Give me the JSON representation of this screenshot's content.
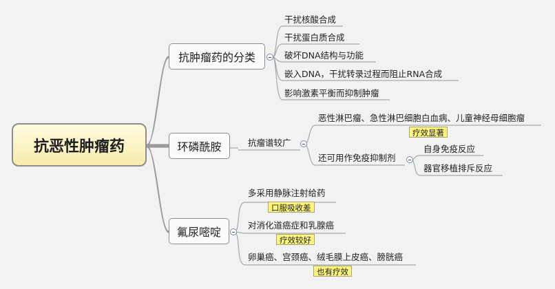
{
  "root": {
    "label": "抗恶性肿瘤药"
  },
  "branches": {
    "classification": {
      "label": "抗肿瘤药的分类",
      "items": [
        "干扰核酸合成",
        "干扰蛋白质合成",
        "破坏DNA结构与功能",
        "嵌入DNA，干扰转录过程而阻止RNA合成",
        "影响激素平衡而抑制肿瘤"
      ]
    },
    "cyclophosphamide": {
      "label": "环磷酰胺",
      "sub": {
        "label": "抗瘤谱较广",
        "items": [
          {
            "label": "恶性淋巴瘤、急性淋巴细胞白血病、儿童神经母细胞瘤",
            "note": "疗效显著"
          },
          {
            "label": "还可用作免疫抑制剂",
            "children": [
              "自身免疫反应",
              "器官移植排斥反应"
            ]
          }
        ]
      }
    },
    "fluorouracil": {
      "label": "氟尿嘧啶",
      "items": [
        {
          "label": "多采用静脉注射给药",
          "note": "口服吸收差"
        },
        {
          "label": "对消化道癌症和乳腺癌",
          "note": "疗效较好"
        },
        {
          "label": "卵巢癌、宫颈癌、绒毛膜上皮癌、膀胱癌",
          "note": "也有疗效"
        }
      ]
    }
  }
}
